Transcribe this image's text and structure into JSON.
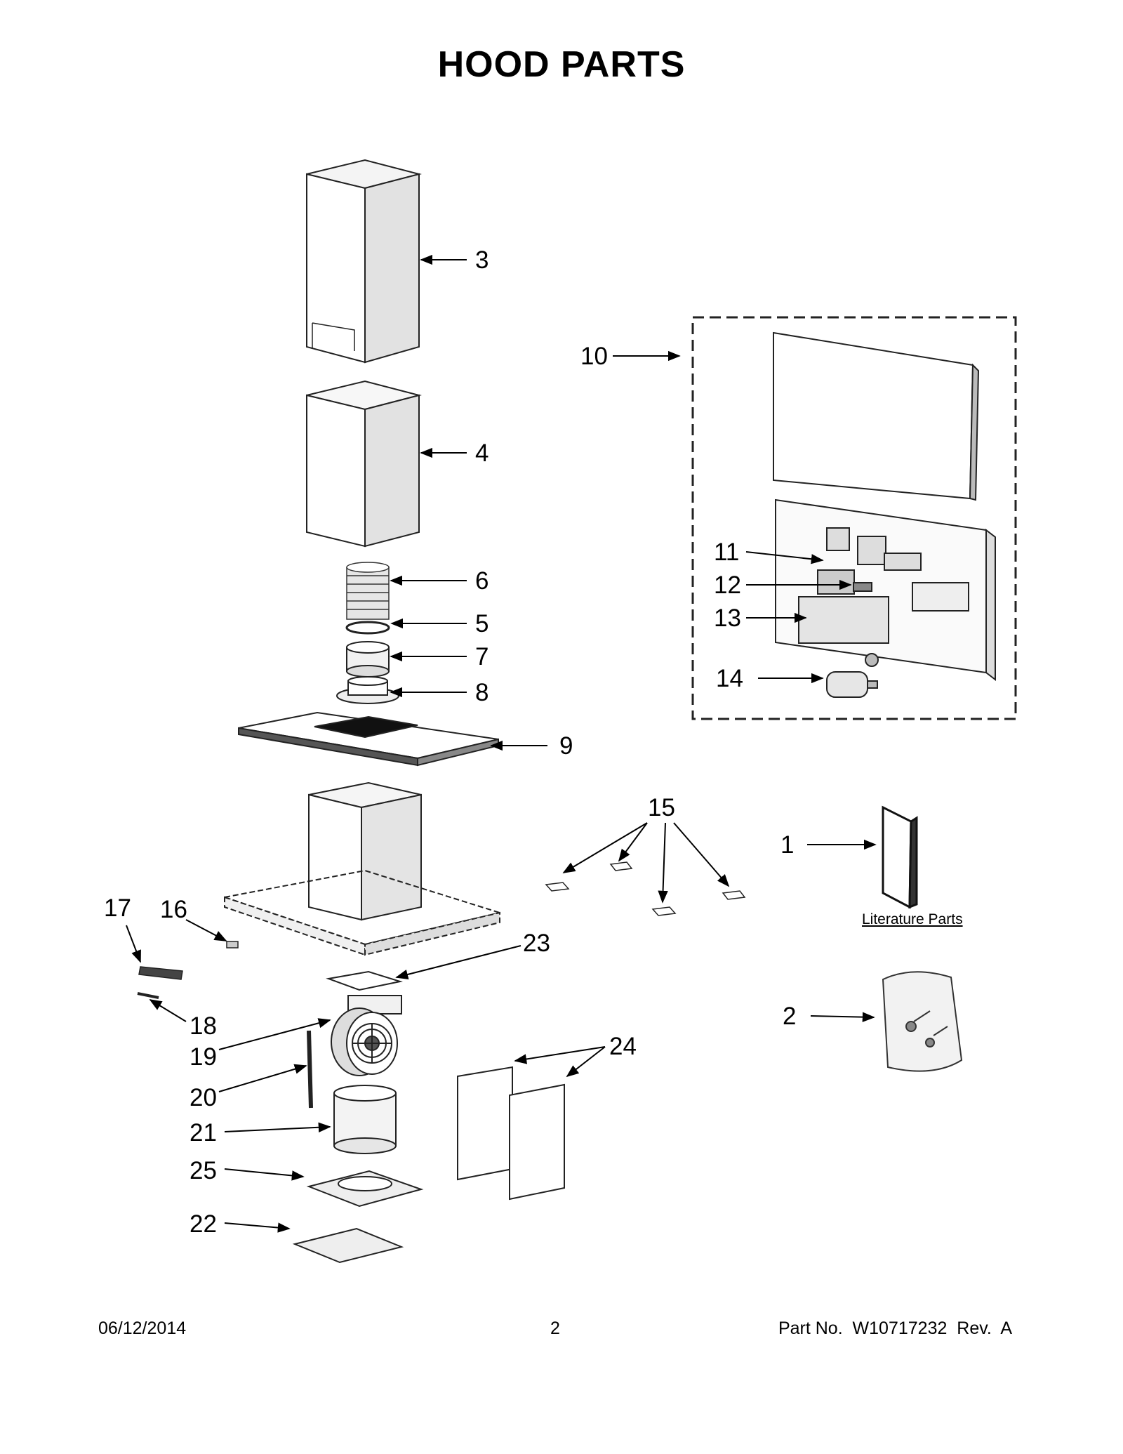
{
  "title": "HOOD PARTS",
  "footer": {
    "date": "06/12/2014",
    "page": "2",
    "part_no": "Part No.  W10717232  Rev.  A"
  },
  "literature_caption": "Literature Parts",
  "callouts": {
    "c1": "1",
    "c2": "2",
    "c3": "3",
    "c4": "4",
    "c5": "5",
    "c6": "6",
    "c7": "7",
    "c8": "8",
    "c9": "9",
    "c10": "10",
    "c11": "11",
    "c12": "12",
    "c13": "13",
    "c14": "14",
    "c15": "15",
    "c16": "16",
    "c17": "17",
    "c18": "18",
    "c19": "19",
    "c20": "20",
    "c21": "21",
    "c22": "22",
    "c23": "23",
    "c24": "24",
    "c25": "25"
  }
}
